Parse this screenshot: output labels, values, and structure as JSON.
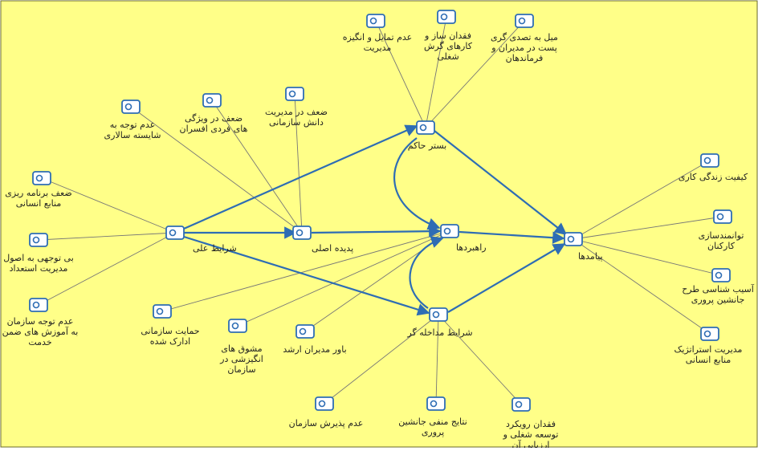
{
  "colors": {
    "background": "#FFFF88",
    "border": "#6a6a2a",
    "edge_thin": "#777777",
    "edge_main": "#2e6db4",
    "node_fill": "#ffffff",
    "node_stroke": "#2e6db4"
  },
  "nodes": {
    "causal_conditions": "شرایط علی",
    "core_phenomenon": "پدیده اصلی",
    "context": "بستر حاکم",
    "strategies": "راهبردها",
    "intervening": "شرایط مداخله گر",
    "consequences": "پیامدها"
  },
  "factors": {
    "f_resource_planning": [
      "ضعف برنامه ریزی",
      "منابع انسانی"
    ],
    "f_talent_principles": [
      "بی توجهی به اصول",
      "مدیریت استعداد"
    ],
    "f_training": [
      "عدم توجه سازمان",
      "به آموزش های ضمن",
      "خدمت"
    ],
    "f_meritocracy": [
      "عدم توجه به",
      "شایسته سالاری"
    ],
    "f_officer_traits": [
      "ضعف در ویژگی",
      "های فردی افسران"
    ],
    "f_knowledge_mgmt": [
      "ضعف در مدیریت",
      "دانش سازمانی"
    ],
    "f_mgmt_will": [
      "عدم تمایل و انگیزه",
      "مدیریت"
    ],
    "f_rotation": [
      "فقدان ساز و",
      "کارهای گرش",
      "شغلی"
    ],
    "f_tenure": [
      "میل به تصدی گری",
      "پست در مدیران و",
      "فرماندهان"
    ],
    "f_org_support": [
      "حمایت سازمانی",
      "ادارک شده"
    ],
    "f_motivators": [
      "مشوق های",
      "انگیزشی در",
      "سازمان"
    ],
    "f_senior_belief": [
      "باور مدیران ارشد"
    ],
    "f_org_acceptance": [
      "عدم پذیرش سازمان"
    ],
    "f_negative_results": [
      "نتایج منفی جانشین",
      "پروری"
    ],
    "f_career_approach": [
      "فقدان رویکرد",
      "توسعه شغلی و",
      "ارزیابی آن"
    ],
    "f_worklife": [
      "کیفیت زندگی کاری"
    ],
    "f_empowerment": [
      "توانمندسازی",
      "کارکنان"
    ],
    "f_pathology": [
      "آسیب شناسی طرح",
      "جانشین پروری"
    ],
    "f_strategic_hrm": [
      "مدیریت استراتژیک",
      "منابع انسانی"
    ]
  }
}
